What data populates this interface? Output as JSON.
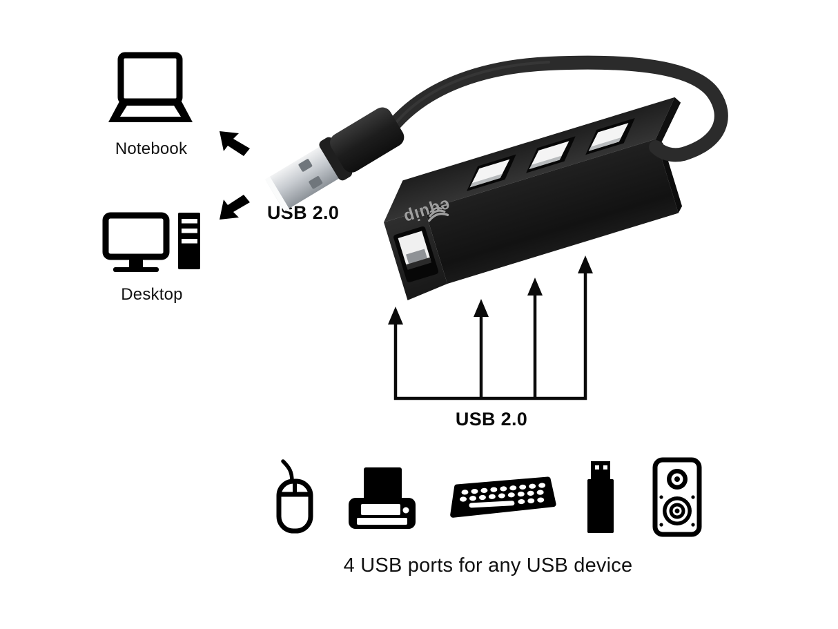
{
  "scene": {
    "background": "#ffffff",
    "ink": "#000000"
  },
  "hosts": {
    "notebook_label": "Notebook",
    "desktop_label": "Desktop",
    "upstream_port_label": "USB 2.0"
  },
  "hub": {
    "brand_logo": "equip",
    "downstream_ports_label": "USB 2.0",
    "top_ports": 3,
    "front_ports": 1
  },
  "devices": {
    "caption": "4 USB ports for any USB device",
    "icons": [
      "mouse-icon",
      "printer-icon",
      "keyboard-icon",
      "usb-flash-drive-icon",
      "speaker-icon"
    ]
  },
  "colors": {
    "hub_body": "#161616",
    "hub_top": "#262626",
    "cable": "#2b2b2b",
    "plug_metal": "#c7cbd0",
    "port_inner": "#f4f4f4",
    "logo_text": "#9f9f9f"
  }
}
